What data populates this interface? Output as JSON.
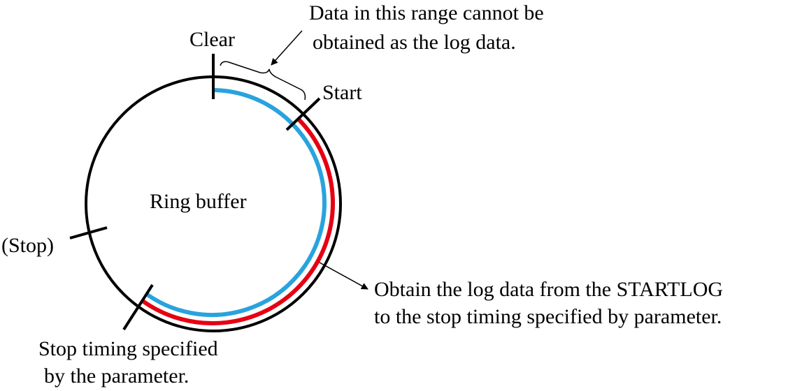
{
  "labels": {
    "clear": "Clear",
    "start": "Start",
    "stop": "(Stop)",
    "center": "Ring buffer",
    "range_note_line1": "Data in this range cannot be",
    "range_note_line2": "obtained as the log data.",
    "obtain_line1": "Obtain the log data from the STARTLOG",
    "obtain_line2": "to the stop timing specified  by parameter.",
    "stop_timing_line1": "Stop timing specified",
    "stop_timing_line2": "by the parameter."
  },
  "colors": {
    "buffer_arc": "#29a3dd",
    "log_arc": "#e60012",
    "outline": "#000000"
  }
}
